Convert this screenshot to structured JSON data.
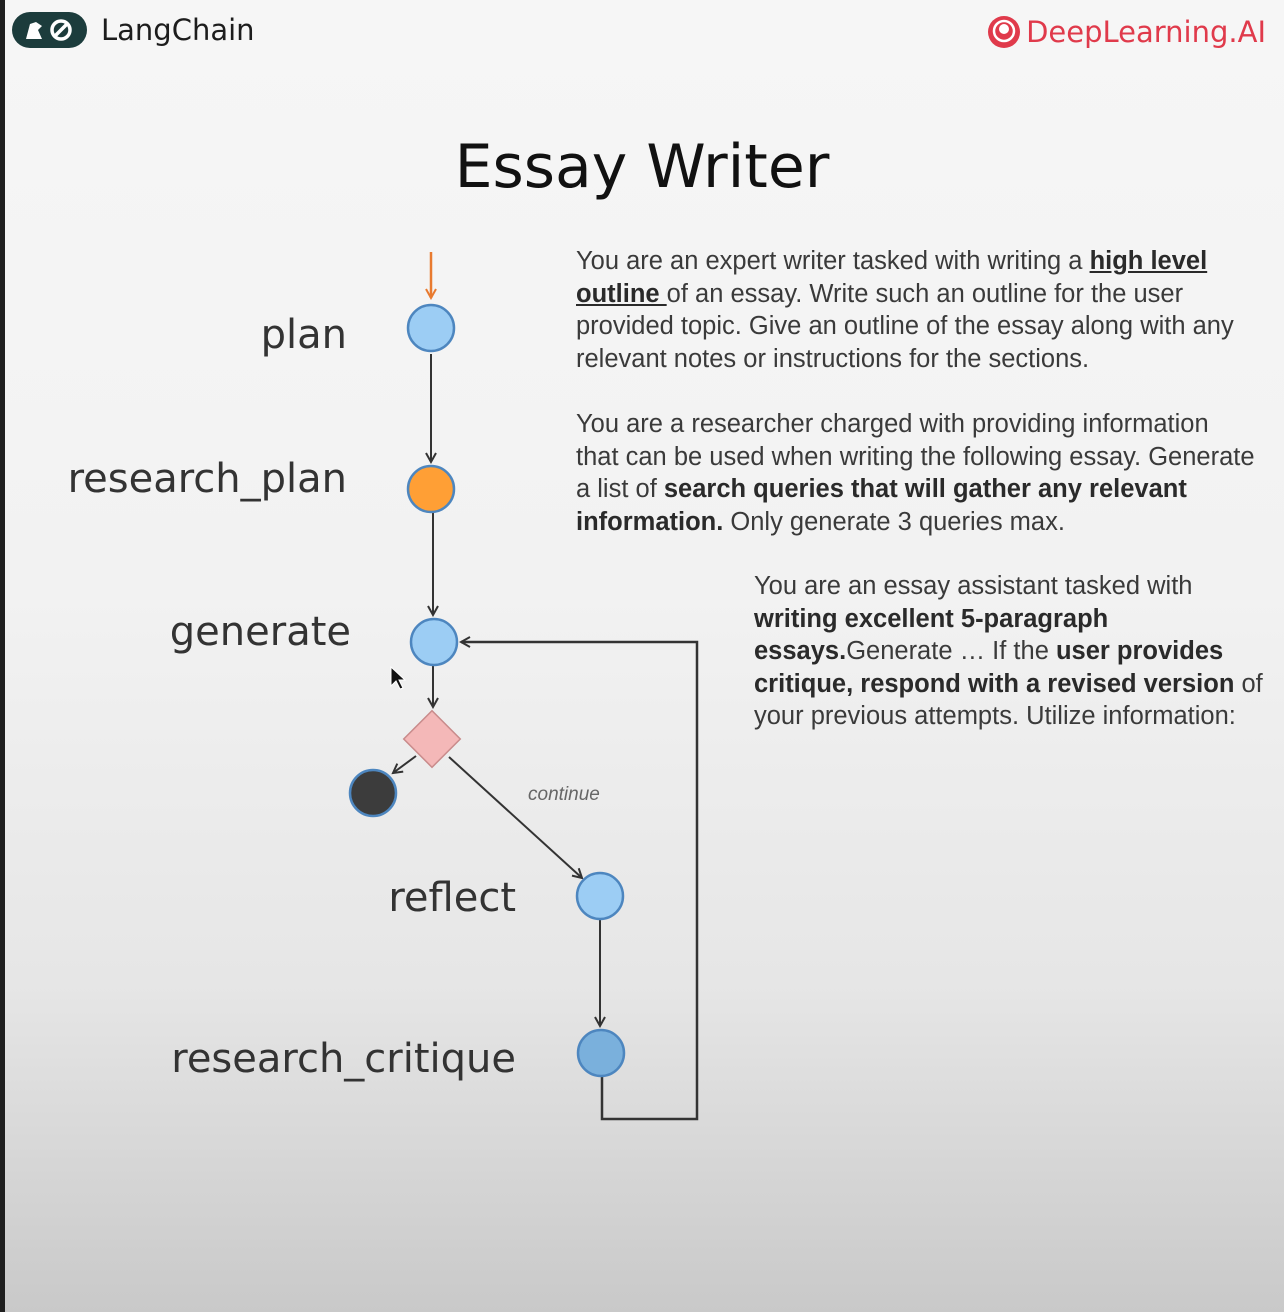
{
  "header": {
    "left_brand": "LangChain",
    "right_brand": "DeepLearning.AI"
  },
  "title": "Essay Writer",
  "nodes": {
    "plan": "plan",
    "research_plan": "research_plan",
    "generate": "generate",
    "reflect": "reflect",
    "research_critique": "research_critique"
  },
  "edge_label_continue": "continue",
  "prompts": {
    "plan": {
      "p1": "You are an expert writer tasked with writing a ",
      "p2": "high level outline ",
      "p3": "of an essay. Write such an outline for the user provided topic. Give an outline of the essay along with any relevant notes or instructions for the sections."
    },
    "research": {
      "p1": "You are a researcher charged with providing information that can be used when writing the following essay. Generate a list of ",
      "p2": "search queries that will gather any relevant information.",
      "p3": " Only generate 3 queries max."
    },
    "generate": {
      "p1": "You are an essay assistant tasked with ",
      "p2": "writing excellent 5-paragraph essays.",
      "p3": "Generate … If the ",
      "p4": "user provides critique, respond with a revised version",
      "p5": " of your previous attempts. Utilize information:"
    }
  },
  "colors": {
    "node_blue": "#9ccdf4",
    "node_blue_dark": "#7ab0dc",
    "node_orange": "#ff9f35",
    "node_end": "#3c3c3c",
    "decision": "#f4b8b8",
    "start_arrow": "#e87a2f",
    "brand_red": "#e03a4b"
  }
}
